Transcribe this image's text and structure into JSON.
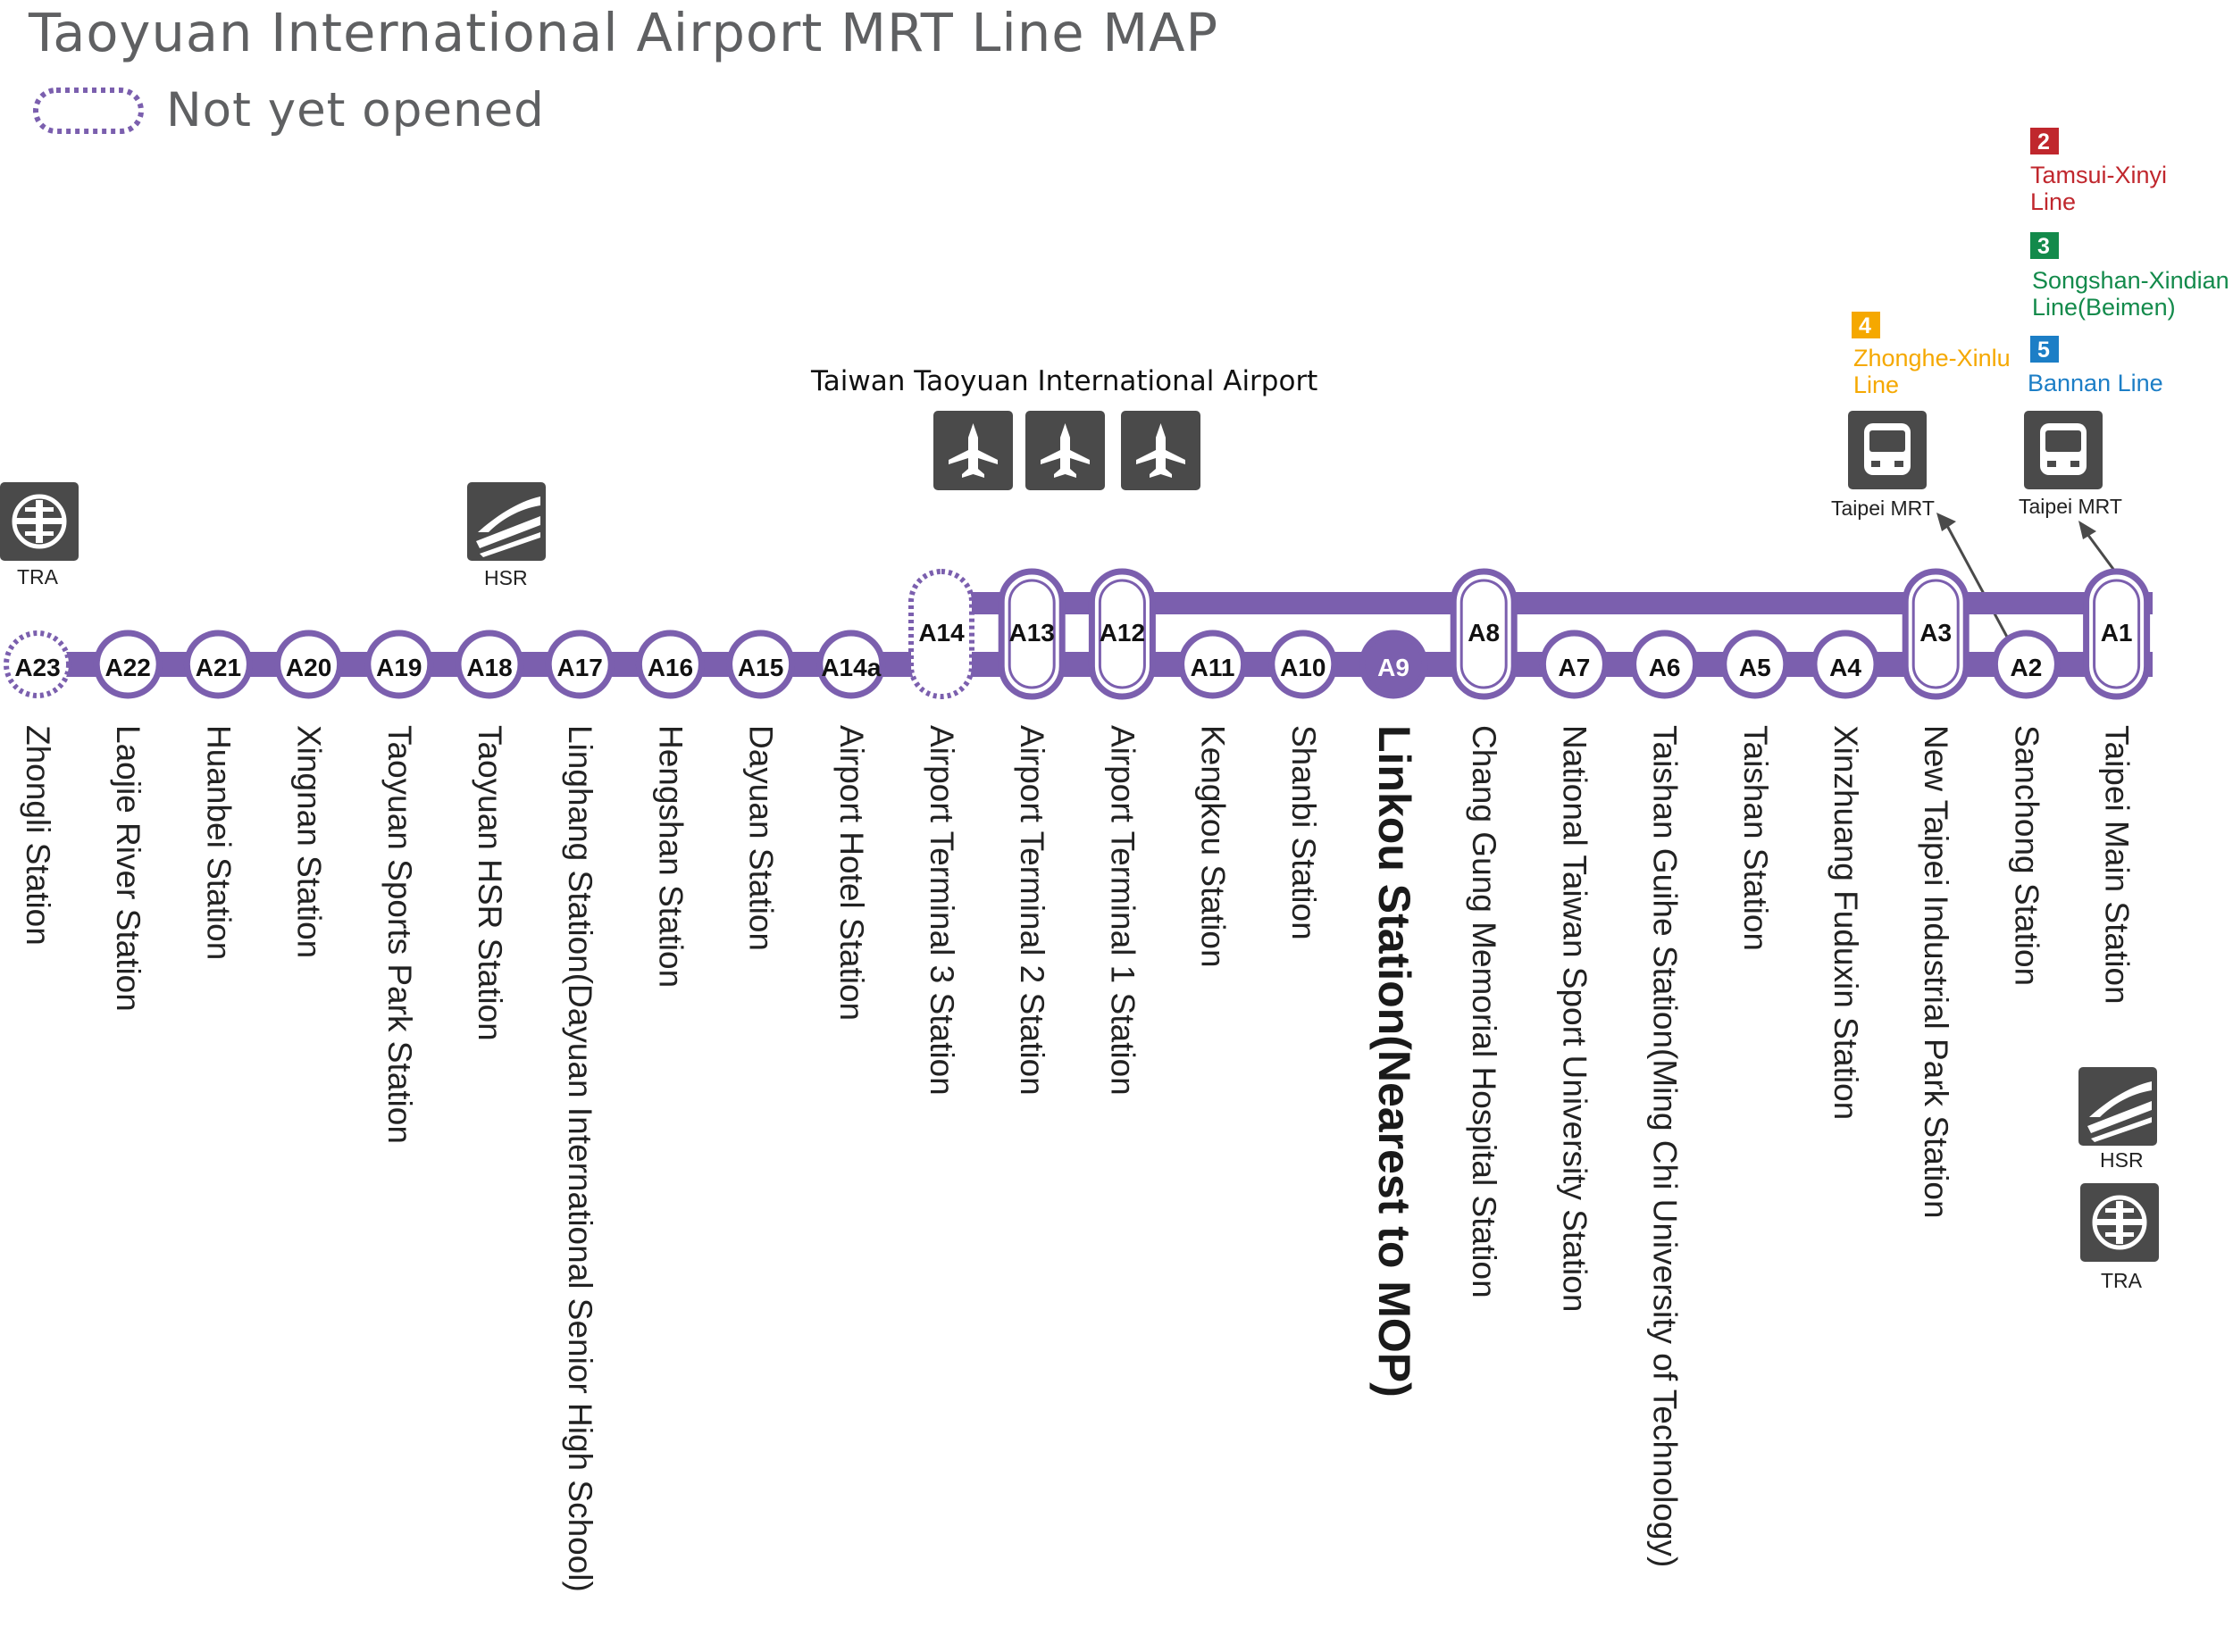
{
  "title": "Taoyuan International Airport MRT Line MAP",
  "legend": {
    "not_yet_opened": "Not yet opened"
  },
  "colors": {
    "line": "#7b5fae",
    "icon_bg": "#4a4a4a",
    "text": "#222222"
  },
  "airport": {
    "label": "Taiwan Taoyuan International Airport",
    "icon": "airplane-icon"
  },
  "connections": {
    "tra_label": "TRA",
    "hsr_label": "HSR",
    "taipei_mrt_label": "Taipei MRT"
  },
  "taipei_lines": [
    {
      "number": "2",
      "name_line1": "Tamsui-Xinyi",
      "name_line2": "Line",
      "color": "#c0272d"
    },
    {
      "number": "3",
      "name_line1": "Songshan-Xindian",
      "name_line2": "Line(Beimen)",
      "color": "#138a4b"
    },
    {
      "number": "4",
      "name_line1": "Zhonghe-Xinlu",
      "name_line2": "Line",
      "color": "#f5a800"
    },
    {
      "number": "5",
      "name_line1": "Bannan Line",
      "name_line2": "",
      "color": "#1c7ec6"
    }
  ],
  "stations": [
    {
      "code": "A23",
      "name": "Zhongli Station",
      "status": "not yet opened",
      "service": "all"
    },
    {
      "code": "A22",
      "name": "Laojie River Station",
      "status": "not yet opened",
      "service": "all"
    },
    {
      "code": "A21",
      "name": "Huanbei Station",
      "status": "open",
      "service": "all"
    },
    {
      "code": "A20",
      "name": "Xingnan Station",
      "status": "open",
      "service": "all"
    },
    {
      "code": "A19",
      "name": "Taoyuan Sports Park Station",
      "status": "open",
      "service": "all"
    },
    {
      "code": "A18",
      "name": "Taoyuan HSR Station",
      "status": "open",
      "service": "all"
    },
    {
      "code": "A17",
      "name": "Linghang Station(Dayuan International Senior High School)",
      "status": "open",
      "service": "all"
    },
    {
      "code": "A16",
      "name": "Hengshan Station",
      "status": "open",
      "service": "all"
    },
    {
      "code": "A15",
      "name": "Dayuan Station",
      "status": "open",
      "service": "all"
    },
    {
      "code": "A14a",
      "name": "Airport Hotel Station",
      "status": "open",
      "service": "all"
    },
    {
      "code": "A14",
      "name": "Airport Terminal 3 Station",
      "status": "not yet opened",
      "service": "express"
    },
    {
      "code": "A13",
      "name": "Airport Terminal 2 Station",
      "status": "open",
      "service": "express"
    },
    {
      "code": "A12",
      "name": "Airport Terminal 1 Station",
      "status": "open",
      "service": "express"
    },
    {
      "code": "A11",
      "name": "Kengkou Station",
      "status": "open",
      "service": "commuter"
    },
    {
      "code": "A10",
      "name": "Shanbi Station",
      "status": "open",
      "service": "commuter"
    },
    {
      "code": "A9",
      "name": "Linkou Station(Nearest to MOP)",
      "status": "highlighted",
      "service": "commuter"
    },
    {
      "code": "A8",
      "name": "Chang Gung Memorial Hospital Station",
      "status": "open",
      "service": "express"
    },
    {
      "code": "A7",
      "name": "National Taiwan Sport University Station",
      "status": "open",
      "service": "commuter"
    },
    {
      "code": "A6",
      "name": "Taishan Guihe Station(Ming Chi University of Technology)",
      "status": "open",
      "service": "commuter"
    },
    {
      "code": "A5",
      "name": "Taishan Station",
      "status": "open",
      "service": "commuter"
    },
    {
      "code": "A4",
      "name": "Xinzhuang Fuduxin Station",
      "status": "open",
      "service": "commuter"
    },
    {
      "code": "A3",
      "name": "New Taipei Industrial Park Station",
      "status": "open",
      "service": "express"
    },
    {
      "code": "A2",
      "name": "Sanchong Station",
      "status": "open",
      "service": "commuter"
    },
    {
      "code": "A1",
      "name": "Taipei Main Station",
      "status": "open",
      "service": "express"
    }
  ]
}
